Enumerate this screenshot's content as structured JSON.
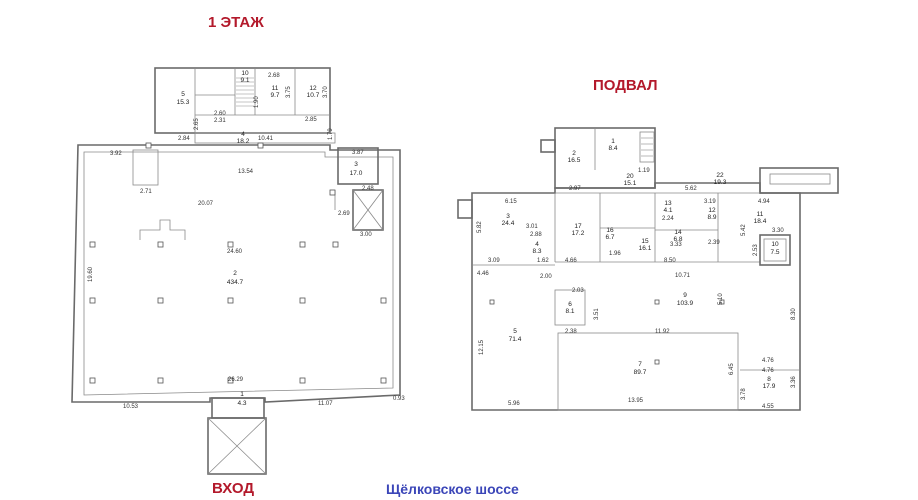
{
  "titles": {
    "floor1": "1 ЭТАЖ",
    "basement": "ПОДВАЛ",
    "entrance": "ВХОД",
    "street": "Щёлковское шоссе"
  },
  "floor1": {
    "rooms": [
      {
        "num": "1",
        "area": "4.3"
      },
      {
        "num": "2",
        "area": "434.7"
      },
      {
        "num": "3",
        "area": "17.0"
      },
      {
        "num": "4",
        "area": "18.2"
      },
      {
        "num": "5",
        "area": "15.3"
      },
      {
        "num": "10",
        "area": "9.1"
      },
      {
        "num": "11",
        "area": "9.7"
      },
      {
        "num": "12",
        "area": "10.7"
      }
    ],
    "dims": [
      "3.92",
      "2.84",
      "2.71",
      "20.07",
      "13.54",
      "3.87",
      "2.48",
      "2.69",
      "3.00",
      "24.60",
      "19.60",
      "26.29",
      "10.53",
      "11.07",
      "0.93",
      "10.41",
      "2.65",
      "2.85",
      "1.90",
      "3.75",
      "3.70",
      "2.68",
      "1.79",
      "2.60",
      "2.31"
    ]
  },
  "basement": {
    "rooms": [
      {
        "num": "1",
        "area": "8.4"
      },
      {
        "num": "2",
        "area": "16.5"
      },
      {
        "num": "3",
        "area": "24.4"
      },
      {
        "num": "4",
        "area": "8.3"
      },
      {
        "num": "5",
        "area": "71.4"
      },
      {
        "num": "6",
        "area": "8.1"
      },
      {
        "num": "7",
        "area": "89.7"
      },
      {
        "num": "8",
        "area": "17.9"
      },
      {
        "num": "9",
        "area": "103.9"
      },
      {
        "num": "10",
        "area": "7.5"
      },
      {
        "num": "11",
        "area": "18.4"
      },
      {
        "num": "12",
        "area": "8.9"
      },
      {
        "num": "13",
        "area": "4.1"
      },
      {
        "num": "14",
        "area": "6.8"
      },
      {
        "num": "15",
        "area": "16.1"
      },
      {
        "num": "16",
        "area": "6.7"
      },
      {
        "num": "17",
        "area": "17.2"
      },
      {
        "num": "20",
        "area": "15.1"
      },
      {
        "num": "22",
        "area": "19.3"
      }
    ],
    "dims": [
      "6.15",
      "3.01",
      "2.88",
      "3.09",
      "1.62",
      "4.46",
      "2.00",
      "2.03",
      "2.38",
      "3.51",
      "11.92",
      "5.96",
      "13.95",
      "10.71",
      "5.10",
      "8.30",
      "4.76",
      "4.76",
      "4.55",
      "3.36",
      "3.78",
      "6.45",
      "5.82",
      "12.15",
      "2.97",
      "5.62",
      "4.94",
      "3.30",
      "2.53",
      "5.42",
      "3.19",
      "2.24",
      "3.33",
      "8.50",
      "2.39",
      "4.66",
      "1.96",
      "1.19"
    ]
  }
}
